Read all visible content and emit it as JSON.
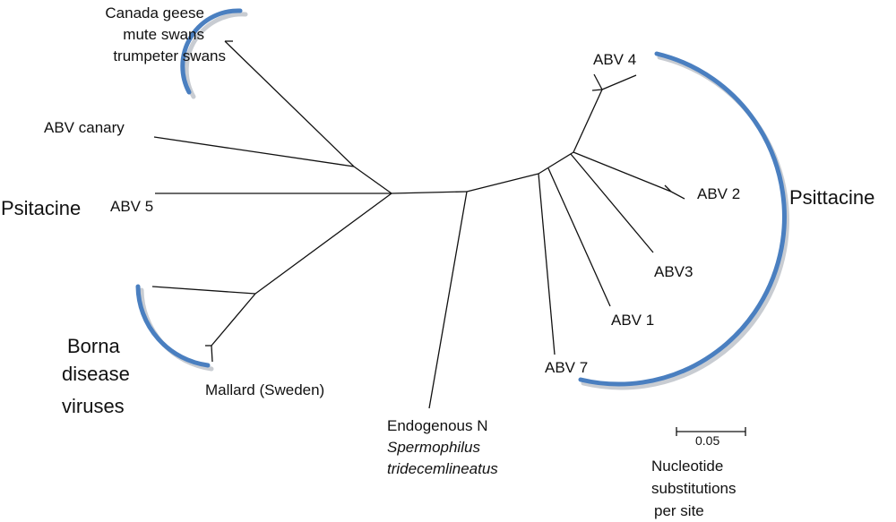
{
  "tree": {
    "leaves": {
      "geese_line1": "Canada geese",
      "geese_line2": "mute swans",
      "geese_line3": "trumpeter swans",
      "abv_canary": "ABV canary",
      "abv5": "ABV 5",
      "mallard": "Mallard (Sweden)",
      "endogenous_line1": "Endogenous N",
      "endogenous_line2": "Spermophilus",
      "endogenous_line3": "tridecemlineatus",
      "abv4": "ABV 4",
      "abv2": "ABV 2",
      "abv3": "ABV3",
      "abv1": "ABV 1",
      "abv7": "ABV 7"
    },
    "groups": {
      "psitacine_left": "Psitacine",
      "psittacine_right": "Psittacine",
      "borna_line1": "Borna",
      "borna_line2": "disease",
      "borna_line3": "viruses"
    },
    "scale": {
      "value": "0.05",
      "caption_line1": "Nucleotide",
      "caption_line2": "substitutions",
      "caption_line3": "per site"
    },
    "arc_color": "#4a7fc0"
  }
}
